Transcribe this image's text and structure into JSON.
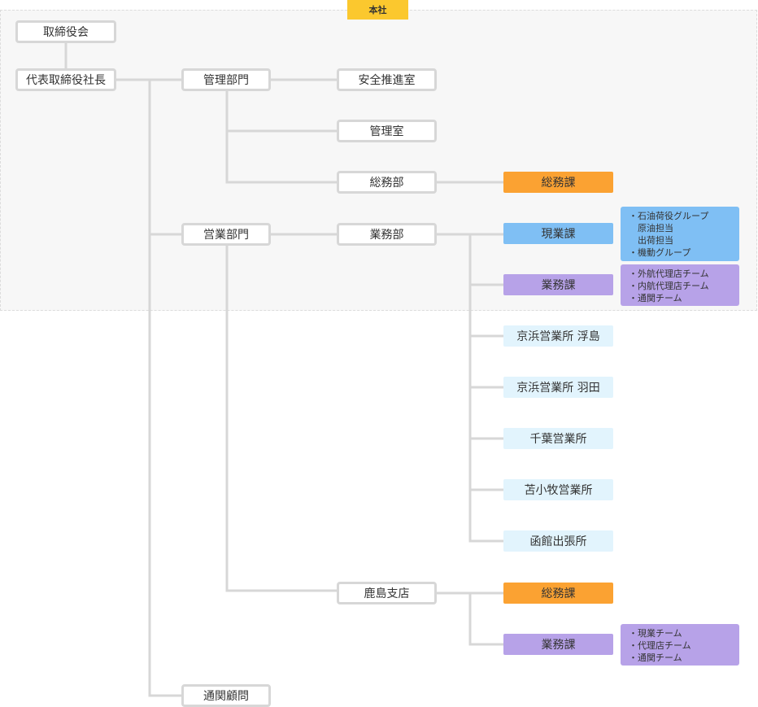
{
  "hq": {
    "label": "本社"
  },
  "colors": {
    "line": "#d7d7d7",
    "hq_background": "#f7f7f7",
    "hq_tag": "#fbc82e",
    "orange": "#fba232",
    "blue": "#7fbff4",
    "purple": "#b7a2e8",
    "light_blue": "#e2f4fd"
  },
  "nodes": {
    "board": "取締役会",
    "president": "代表取締役社長",
    "admin_division": "管理部門",
    "sales_division": "営業部門",
    "customs_advisor": "通関顧問",
    "safety_office": "安全推進室",
    "management_office": "管理室",
    "general_affairs_dept": "総務部",
    "operations_dept": "業務部",
    "kashima_branch": "鹿島支店"
  },
  "units": {
    "hq_general_affairs": "総務課",
    "genba": "現業課",
    "operations": "業務課",
    "keihin_ukishima": "京浜営業所 浮島",
    "keihin_haneda": "京浜営業所 羽田",
    "chiba": "千葉営業所",
    "tomakomai": "苫小牧営業所",
    "hakodate": "函館出張所",
    "kashima_general_affairs": "総務課",
    "kashima_operations": "業務課"
  },
  "notes": {
    "genba": [
      "・石油荷役グループ",
      "　原油担当",
      "　出荷担当",
      "・機動グループ"
    ],
    "operations": [
      "・外航代理店チーム",
      "・内航代理店チーム",
      "・通関チーム"
    ],
    "kashima_operations": [
      "・現業チーム",
      "・代理店チーム",
      "・通関チーム"
    ]
  }
}
